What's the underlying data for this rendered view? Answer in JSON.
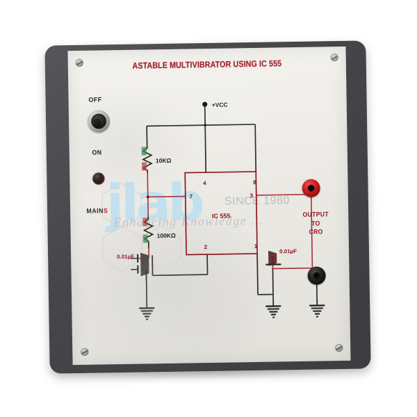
{
  "panel": {
    "title": "ASTABLE MULTIVIBRATOR USING IC 555",
    "title_color": "#9d1422",
    "face_color": "#eceae5",
    "frame_color": "#46464a"
  },
  "controls": {
    "switch": {
      "name": "power-toggle-switch",
      "label_top": "OFF",
      "label_bottom": "ON"
    },
    "mains_indicator": {
      "name": "mains-led",
      "label": "MAINS",
      "label_plain": "MAIN",
      "label_accent": "S"
    }
  },
  "terminals": {
    "output_label_line1": "OUTPUT",
    "output_label_line2": "TO",
    "output_label_line3": "CRO",
    "red_jack": "output-positive-jack",
    "black_jack": "output-ground-jack",
    "red_color": "#cf1f1f",
    "black_color": "#1a1a1a"
  },
  "circuit": {
    "supply_label": "+VCC",
    "ic_label": "IC 555",
    "components": [
      {
        "id": "r1",
        "label": "10KΩ",
        "type": "resistor"
      },
      {
        "id": "r2",
        "label": "100KΩ",
        "type": "resistor"
      },
      {
        "id": "c1",
        "label": "0.01µF",
        "type": "capacitor"
      },
      {
        "id": "c2",
        "label": "0.01µF",
        "type": "capacitor"
      }
    ],
    "pins": [
      {
        "number": "4",
        "position": "top-left"
      },
      {
        "number": "8",
        "position": "top-right"
      },
      {
        "number": "7",
        "position": "left"
      },
      {
        "number": "3",
        "position": "right"
      },
      {
        "number": "2",
        "position": "bottom-left"
      },
      {
        "number": "1",
        "position": "bottom-right"
      }
    ],
    "ground_count": 3,
    "wire_color_dark": "#2b2b2b",
    "wire_color_red": "#a6303a"
  },
  "watermark": {
    "logo_text": "jlab",
    "since_text": "SINCE 1980",
    "tagline": "Enhancing Knowledge ...",
    "logo_color": "#bfe0ee"
  }
}
